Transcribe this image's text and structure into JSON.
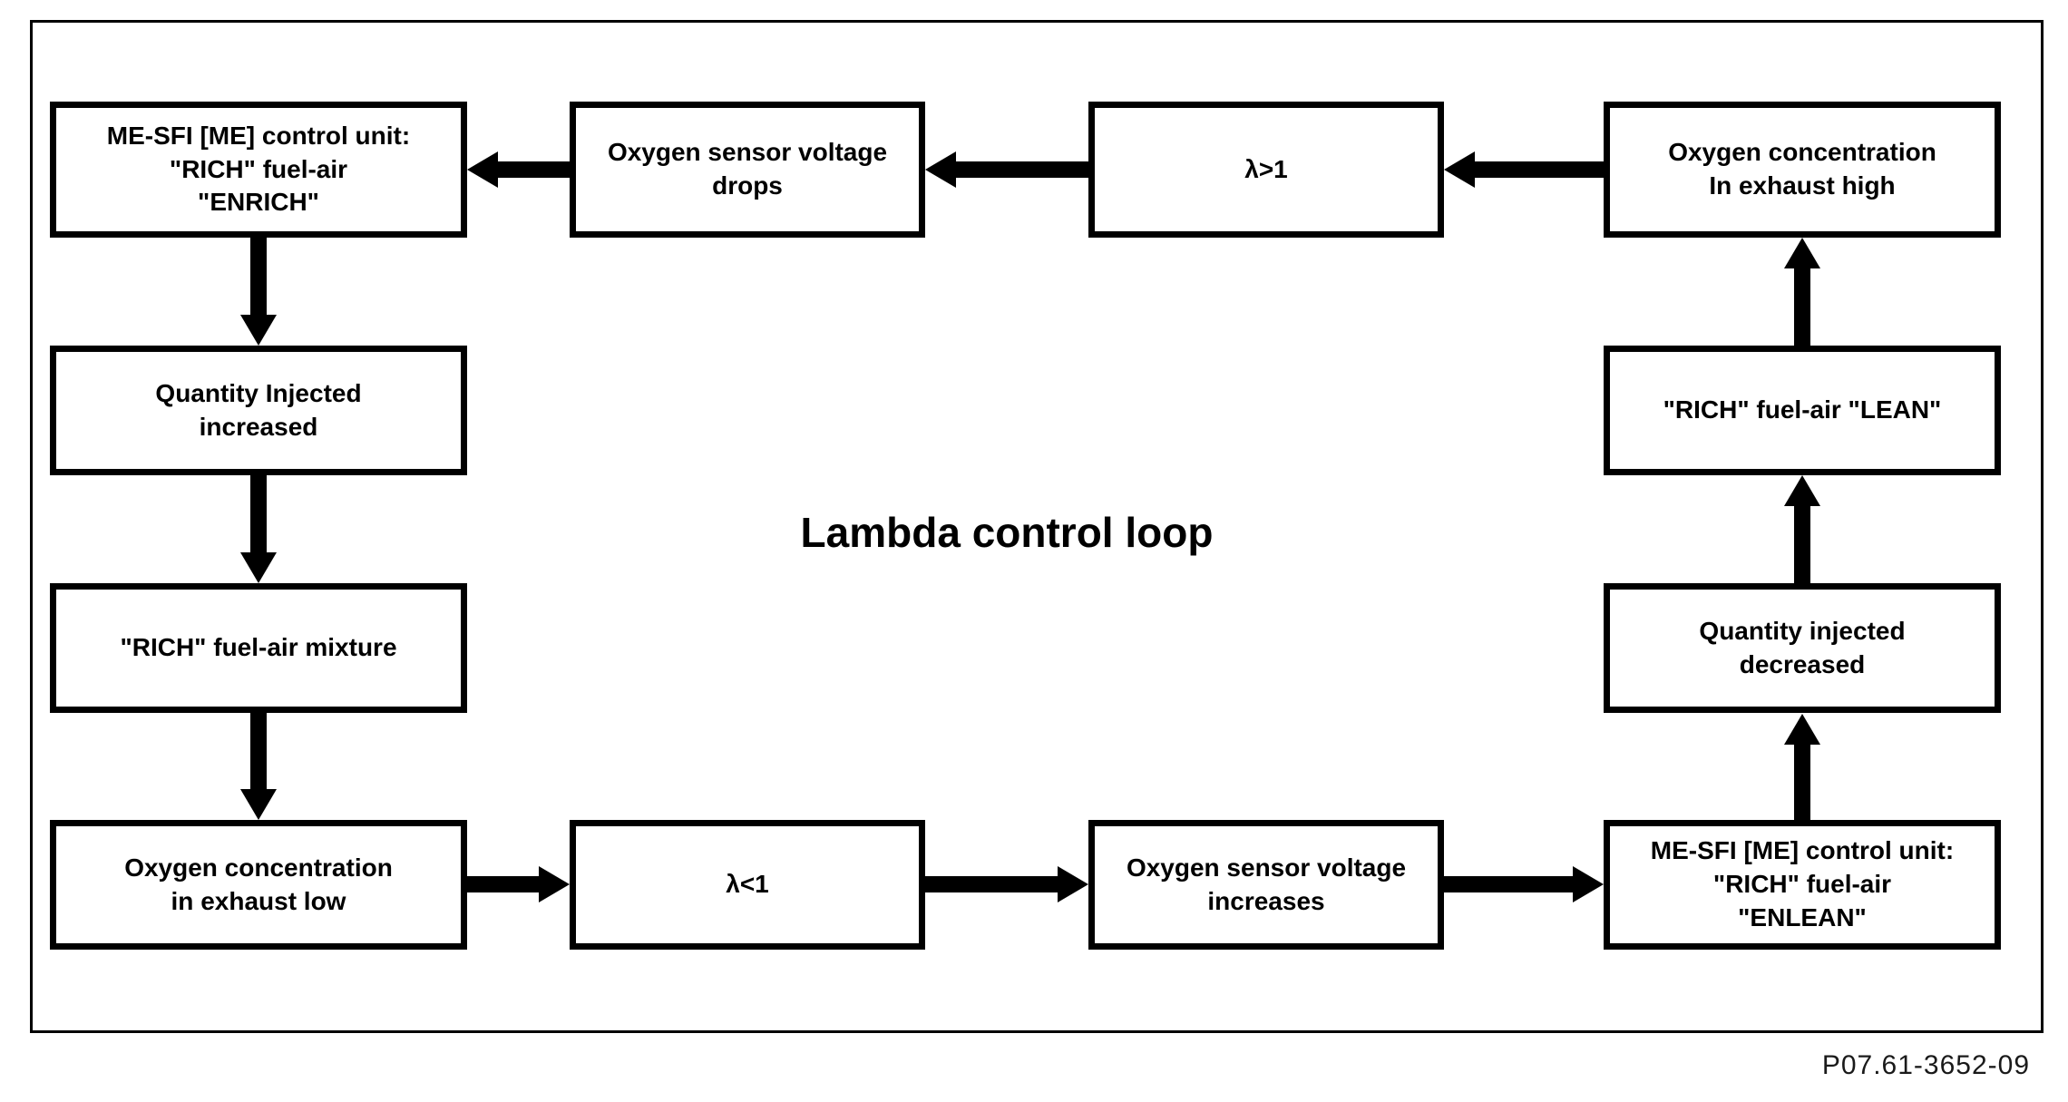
{
  "diagram": {
    "title": "Lambda control loop",
    "reference_number": "P07.61-3652-09",
    "boxes": {
      "control_unit_enrich": "ME-SFI [ME] control unit:\n\"RICH\" fuel-air\n\"ENRICH\"",
      "oxygen_sensor_voltage_drops": "Oxygen sensor voltage\ndrops",
      "lambda_greater_1": "λ>1",
      "oxygen_concentration_high": "Oxygen concentration\nIn exhaust high",
      "quantity_injected_increased": "Quantity Injected\nincreased",
      "rich_fuel_air_mixture": "\"RICH\" fuel-air mixture",
      "oxygen_concentration_low": "Oxygen concentration\nin exhaust low",
      "lambda_less_1": "λ<1",
      "oxygen_sensor_voltage_increases": "Oxygen sensor voltage\nincreases",
      "control_unit_enlean": "ME-SFI [ME] control unit:\n\"RICH\" fuel-air\n\"ENLEAN\"",
      "quantity_injected_decreased": "Quantity injected\ndecreased",
      "rich_fuel_air_lean": "\"RICH\" fuel-air \"LEAN\""
    },
    "arrows": [
      {
        "from": "control_unit_enrich",
        "to": "quantity_injected_increased",
        "direction": "down"
      },
      {
        "from": "quantity_injected_increased",
        "to": "rich_fuel_air_mixture",
        "direction": "down"
      },
      {
        "from": "rich_fuel_air_mixture",
        "to": "oxygen_concentration_low",
        "direction": "down"
      },
      {
        "from": "oxygen_concentration_low",
        "to": "lambda_less_1",
        "direction": "right"
      },
      {
        "from": "lambda_less_1",
        "to": "oxygen_sensor_voltage_increases",
        "direction": "right"
      },
      {
        "from": "oxygen_sensor_voltage_increases",
        "to": "control_unit_enlean",
        "direction": "right"
      },
      {
        "from": "control_unit_enlean",
        "to": "quantity_injected_decreased",
        "direction": "up"
      },
      {
        "from": "quantity_injected_decreased",
        "to": "rich_fuel_air_lean",
        "direction": "up"
      },
      {
        "from": "rich_fuel_air_lean",
        "to": "oxygen_concentration_high",
        "direction": "up"
      },
      {
        "from": "oxygen_concentration_high",
        "to": "lambda_greater_1",
        "direction": "left"
      },
      {
        "from": "lambda_greater_1",
        "to": "oxygen_sensor_voltage_drops",
        "direction": "left"
      },
      {
        "from": "oxygen_sensor_voltage_drops",
        "to": "control_unit_enrich",
        "direction": "left"
      }
    ]
  }
}
